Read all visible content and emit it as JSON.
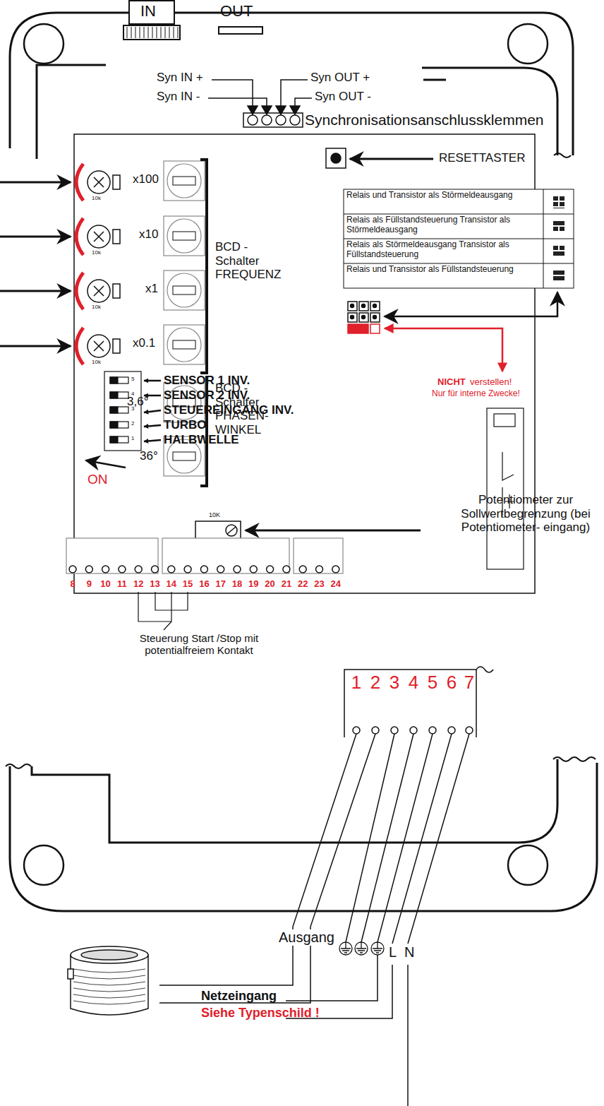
{
  "diagram": {
    "labels": [
      "IN",
      "OUT",
      "Syn IN +",
      "Syn IN -",
      "Syn OUT +",
      "Syn OUT -",
      "Synchronisationsanschlussklemmen",
      "RESETTASTER",
      "x100",
      "x10",
      "x1",
      "x0.1",
      "10k",
      "10k",
      "10k",
      "10k",
      "BCD - Schalter FREQUENZ",
      "3,6°",
      "36°",
      "BCD - Schalter PHASEN- WINKEL",
      "Relais und Transistor als Störmeldeausgang",
      "Relais als Füllstandsteuerung Transistor als Störmeldeausgang",
      "Relais als Störmeldeausgang Transistor als Füllstandsteuerung",
      "Relais und Transistor als Füllstandsteuerung",
      "NICHT",
      "verstellen!",
      "Nur für interne Zwecke!",
      "5",
      "4",
      "3",
      "2",
      "1",
      "SENSOR 1 INV.",
      "SENSOR 2 INV.",
      "STEUEREINGANG INV.",
      "TURBO",
      "HALBWELLE",
      "ON",
      "10K",
      "Potentiometer zur Sollwertbegrenzung (bei Potentiometer- eingang)",
      "8",
      "9",
      "10",
      "11",
      "12",
      "13",
      "14",
      "15",
      "16",
      "17",
      "18",
      "19",
      "20",
      "21",
      "22",
      "23",
      "24",
      "Steuerung Start /Stop mit potentialfreiem Kontakt",
      "1",
      "2",
      "3",
      "4",
      "5",
      "6",
      "7",
      "Ausgang",
      "L",
      "N",
      "Netzeingang",
      "Siehe Typenschild !"
    ]
  }
}
